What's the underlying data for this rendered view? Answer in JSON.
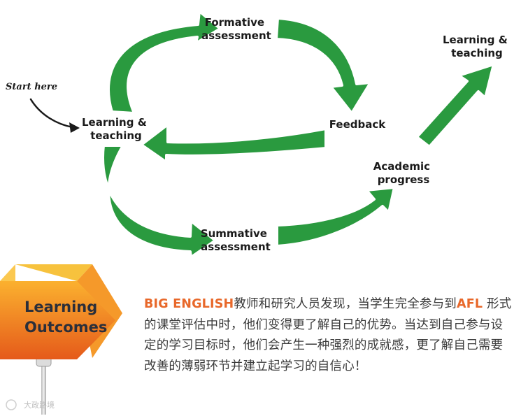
{
  "diagram": {
    "start_label": "Start here",
    "nodes": {
      "learning_teaching_left": [
        "Learning &",
        "teaching"
      ],
      "formative": [
        "Formative",
        "assessment"
      ],
      "feedback": [
        "Feedback"
      ],
      "summative": [
        "Summative",
        "assessment"
      ],
      "academic_progress": [
        "Academic",
        "progress"
      ],
      "learning_teaching_right": [
        "Learning &",
        "teaching"
      ]
    }
  },
  "sign": {
    "lines": [
      "Learning",
      "Outcomes"
    ]
  },
  "paragraph": {
    "brand": "BIG ENGLISH",
    "text1": "教师和研究人员发现，当学生完全参与到",
    "afl": "AFL",
    "text2": "形式的课堂评估中时，他们变得更了解自己的优势。当达到自己参与设定的学习目标时，他们会产生一种强烈的成就感，更了解自己需要改善的薄弱环节并建立起学习的自信心！"
  },
  "watermark": {
    "text": "大政路境"
  },
  "colors": {
    "arrow_green": "#2a9a3f",
    "arrow_outline": "#ffffff",
    "sign_orange_light": "#f9a526",
    "sign_orange_dark": "#e8601c",
    "brand_orange": "#e8682a",
    "text_dark": "#1a1a1a",
    "body_text": "#3a3a3a"
  }
}
